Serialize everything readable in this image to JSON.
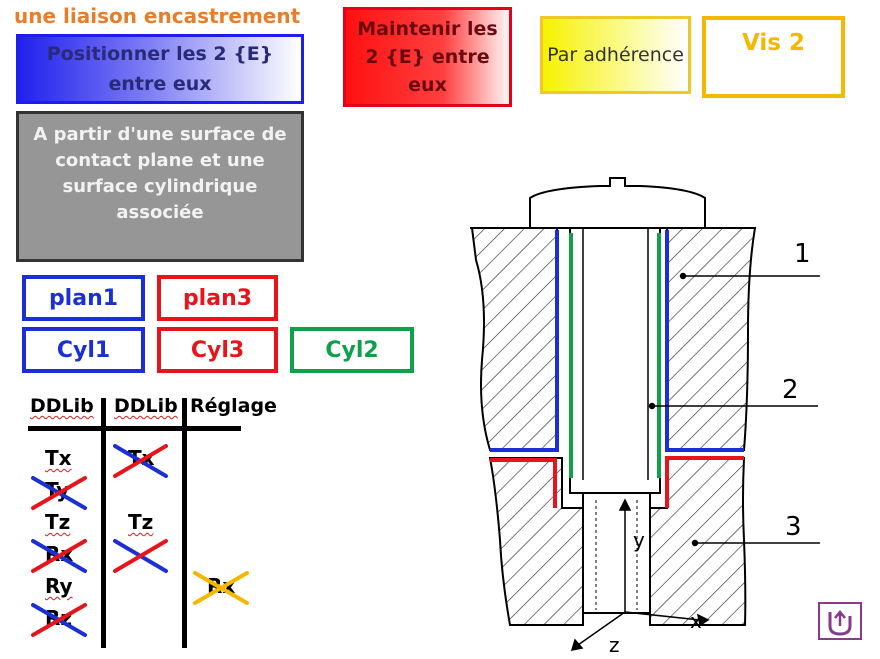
{
  "title": "une liaison encastrement",
  "boxes": {
    "positionner": "Positionner les 2 {E} entre eux",
    "maintenir": "Maintenir les 2 {E} entre eux",
    "adherence": "Par adhérence",
    "vis": "Vis 2",
    "surface_desc": "A partir d'une surface de contact plane et une surface cylindrique associée"
  },
  "surfaces": {
    "plan1": "plan1",
    "plan3": "plan3",
    "cyl1": "Cyl1",
    "cyl3": "Cyl3",
    "cyl2": "Cyl2"
  },
  "table": {
    "headers": [
      "DDLib",
      "DDLib",
      "Réglage"
    ],
    "col1": [
      "Tx",
      "Ty",
      "Tz",
      "Rx",
      "Ry",
      "Rz"
    ],
    "col2": [
      "Tx",
      "Tz"
    ],
    "col3": [
      "Rx"
    ]
  },
  "drawing": {
    "label1": "1",
    "label2": "2",
    "label3": "3",
    "axis_y": "y",
    "axis_x": "x",
    "axis_z": "z"
  },
  "colors": {
    "title": "#e87e2a",
    "blue": "#1b2fd8",
    "red": "#e8141c",
    "green": "#11a04a",
    "yellow": "#f5b800"
  }
}
